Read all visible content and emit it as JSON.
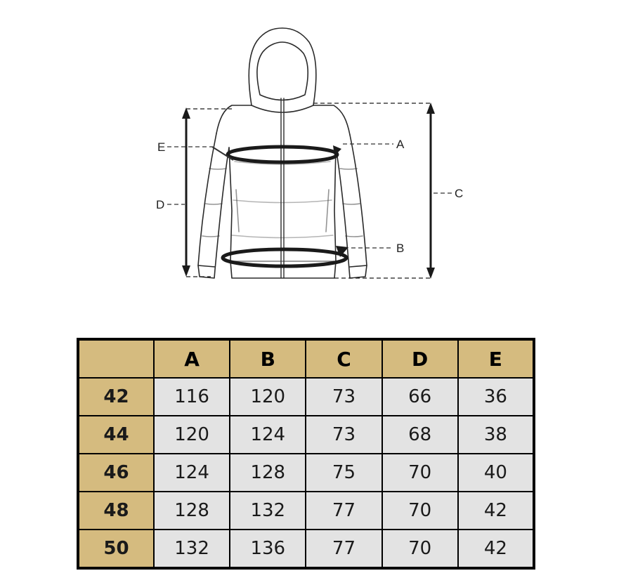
{
  "diagram": {
    "labels": {
      "a": "A",
      "b": "B",
      "c": "C",
      "d": "D",
      "e": "E"
    }
  },
  "size_chart": {
    "corner": "",
    "columns": [
      "A",
      "B",
      "C",
      "D",
      "E"
    ],
    "rows": [
      {
        "size": "42",
        "values": [
          "116",
          "120",
          "73",
          "66",
          "36"
        ]
      },
      {
        "size": "44",
        "values": [
          "120",
          "124",
          "73",
          "68",
          "38"
        ]
      },
      {
        "size": "46",
        "values": [
          "124",
          "128",
          "75",
          "70",
          "40"
        ]
      },
      {
        "size": "48",
        "values": [
          "128",
          "132",
          "77",
          "70",
          "42"
        ]
      },
      {
        "size": "50",
        "values": [
          "132",
          "136",
          "77",
          "70",
          "42"
        ]
      }
    ]
  },
  "colors": {
    "header_fill": "#d5bb7f",
    "cell_fill": "#e3e3e3",
    "border": "#000000"
  }
}
